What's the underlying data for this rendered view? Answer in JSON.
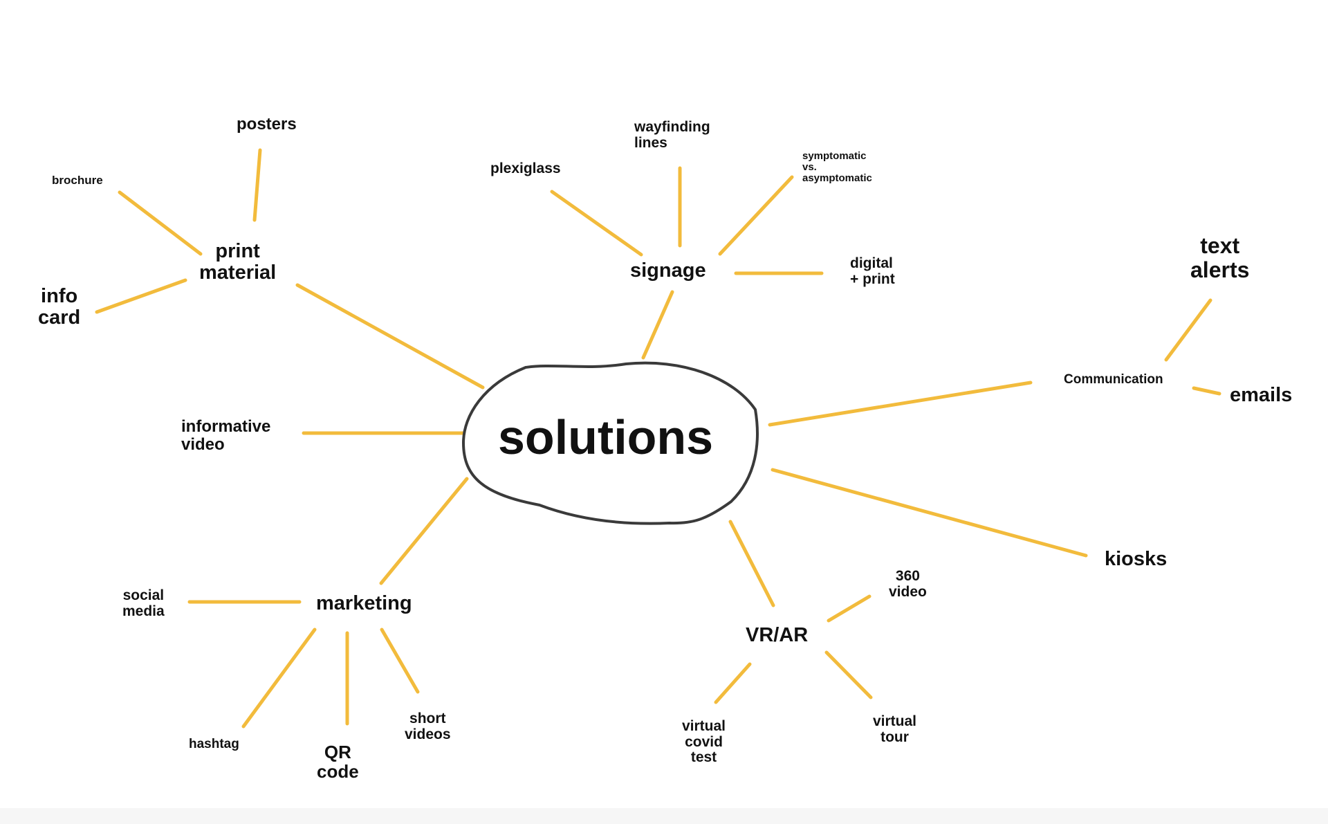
{
  "diagram": {
    "colors": {
      "connector": "#f2bb3c",
      "outline": "#3a3a3a",
      "text": "#111111",
      "background": "#ffffff"
    },
    "central": "solutions",
    "print_material": {
      "label": "print\nmaterial",
      "children": {
        "posters": "posters",
        "brochure": "brochure",
        "info_card": "info\ncard"
      }
    },
    "signage": {
      "label": "signage",
      "children": {
        "plexiglass": "plexiglass",
        "wayfinding_lines": "wayfinding\nlines",
        "symptomatic": "symptomatic\nvs.\nasymptomatic",
        "digital_print": "digital\n+ print"
      }
    },
    "communication": {
      "label": "Communication",
      "children": {
        "text_alerts": "text\nalerts",
        "emails": "emails"
      }
    },
    "informative_video": "informative\nvideo",
    "kiosks": "kiosks",
    "marketing": {
      "label": "marketing",
      "children": {
        "social_media": "social\nmedia",
        "hashtag": "hashtag",
        "qr_code": "QR\ncode",
        "short_videos": "short\nvideos"
      }
    },
    "vr_ar": {
      "label": "VR/AR",
      "children": {
        "video_360": "360\nvideo",
        "virtual_covid_test": "virtual\ncovid\ntest",
        "virtual_tour": "virtual\ntour"
      }
    }
  }
}
